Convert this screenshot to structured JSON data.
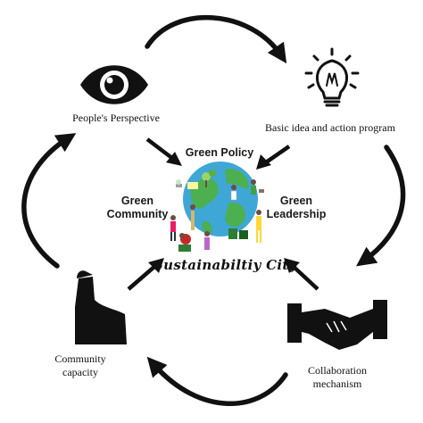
{
  "diagram": {
    "nodes": {
      "perspective": {
        "label": "People's Perspective",
        "icon": "eye-icon"
      },
      "idea": {
        "label": "Basic idea and action program",
        "icon": "lightbulb-icon"
      },
      "collaboration": {
        "label_line1": "Collaboration",
        "label_line2": "mechanism",
        "icon": "handshake-icon"
      },
      "capacity": {
        "label_line1": "Community",
        "label_line2": "capacity",
        "icon": "flexed-arm-icon"
      }
    },
    "center": {
      "green_policy": "Green Policy",
      "green_community_line1": "Green",
      "green_community_line2": "Community",
      "green_leadership_line1": "Green",
      "green_leadership_line2": "Leadership",
      "title": "Sustainabiltiy City"
    },
    "colors": {
      "ink": "#111111",
      "globe_water": "#3fa7d6",
      "globe_land": "#4caf50"
    }
  }
}
